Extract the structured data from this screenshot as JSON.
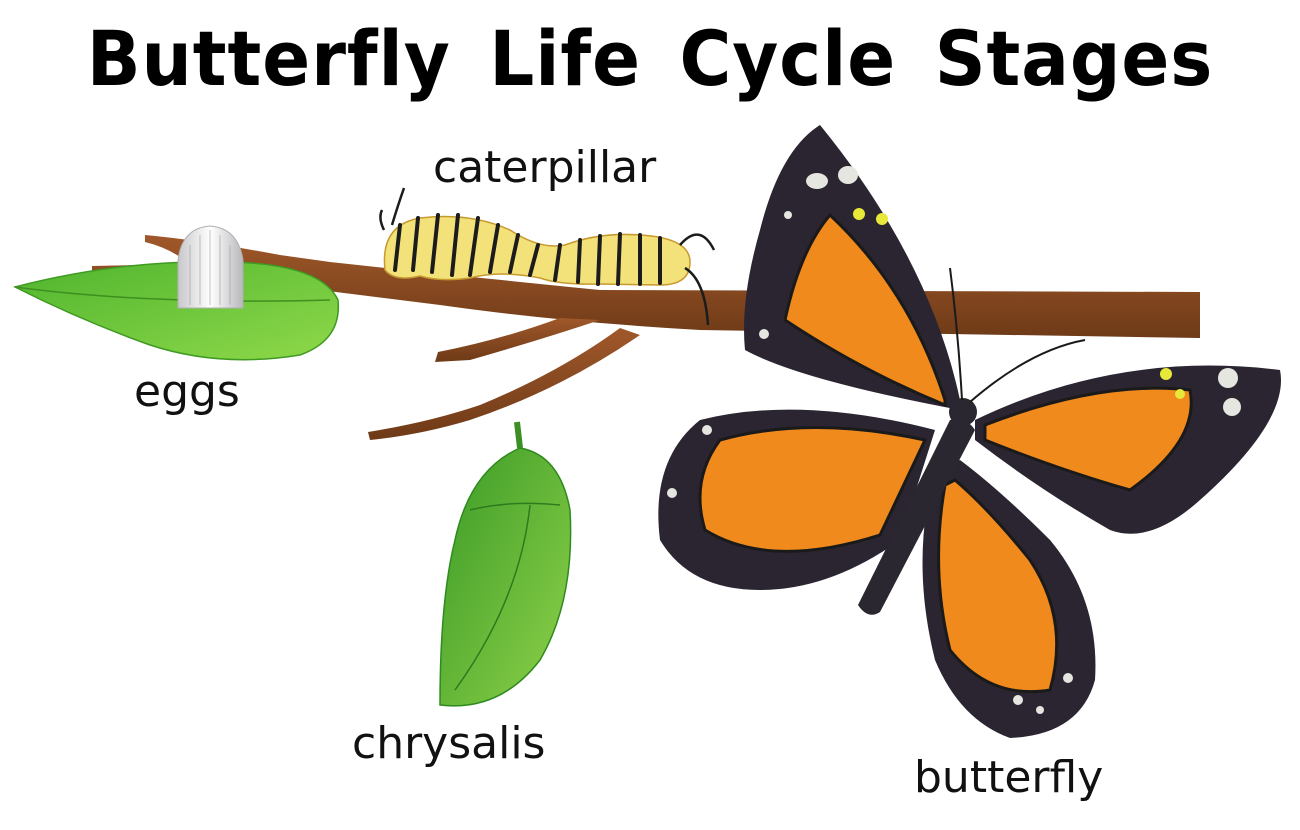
{
  "title": "Butterfly Life Cycle Stages",
  "stages": [
    {
      "name": "eggs"
    },
    {
      "name": "caterpillar"
    },
    {
      "name": "chrysalis"
    },
    {
      "name": "butterfly"
    }
  ],
  "colors": {
    "branch": "#8b4a1c",
    "leaf": "#6cc63a",
    "egg": "#e8e8ea",
    "chrysalis": "#4fae2e",
    "wing_orange": "#f08a1c",
    "wing_black": "#2a2530",
    "spot_white": "#e6e6e0",
    "spot_yellow": "#e8e83a"
  }
}
